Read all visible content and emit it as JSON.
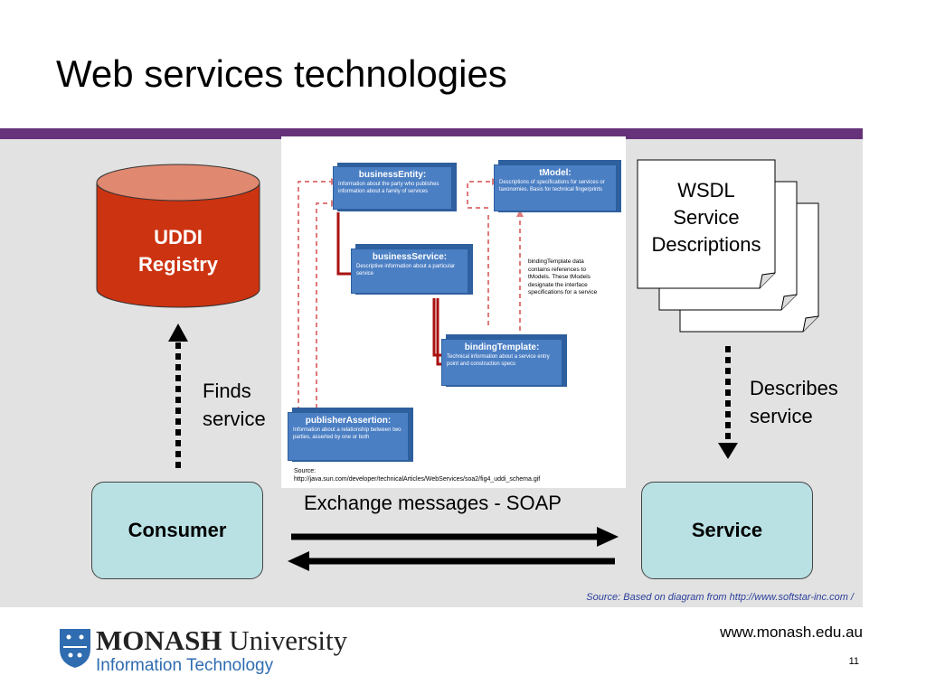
{
  "slide": {
    "title": "Web services technologies",
    "page_number": "11",
    "website": "www.monash.edu.au"
  },
  "diagram": {
    "uddi_registry": "UDDI\nRegistry",
    "finds_service": "Finds\nservice",
    "describes_service": "Describes\nservice",
    "wsdl": "WSDL\nService\nDescriptions",
    "consumer": "Consumer",
    "service": "Service",
    "exchange": "Exchange messages - SOAP",
    "credit": "Source: Based on diagram from http://www.softstar-inc.com /"
  },
  "embedded_figure": {
    "business_entity": {
      "title": "businessEntity:",
      "text": "Information about the party who publishes information about a family of services"
    },
    "tmodel": {
      "title": "tModel:",
      "text": "Descriptions of specifications for services or taxonomies. Basis for technical fingerprints"
    },
    "business_service": {
      "title": "businessService:",
      "text": "Descriptive information about a particular service"
    },
    "binding_note": "bindingTemplate data\ncontains references to\ntModels.  These tModels\ndesignate the interface\nspecifications for a service",
    "binding_template": {
      "title": "bindingTemplate:",
      "text": "Technical information about a service entry point and construction specs"
    },
    "publisher_assertion": {
      "title": "publisherAssertion:",
      "text": "Information about a relationship between two parties, asserted by one or both"
    },
    "source": "Source:\nhttp://java.sun.com/developer/technicalArticles/WebServices/soa2/fig4_uddi_schema.gif"
  },
  "logo": {
    "name_bold": "MONASH",
    "name_rest": " University",
    "faculty": "Information Technology"
  },
  "colors": {
    "band": "#66337a",
    "panel": "#e2e2e2",
    "cylinder": "#cc3311",
    "cylinder_top": "#e08870",
    "node_fill": "#b9e1e4",
    "uddi_box": "#4b7fc4",
    "dashed_link": "#e07a7a",
    "solid_link": "#aa1111",
    "credit_text": "#2b3f9a",
    "logo_blue": "#2f6cb0"
  }
}
